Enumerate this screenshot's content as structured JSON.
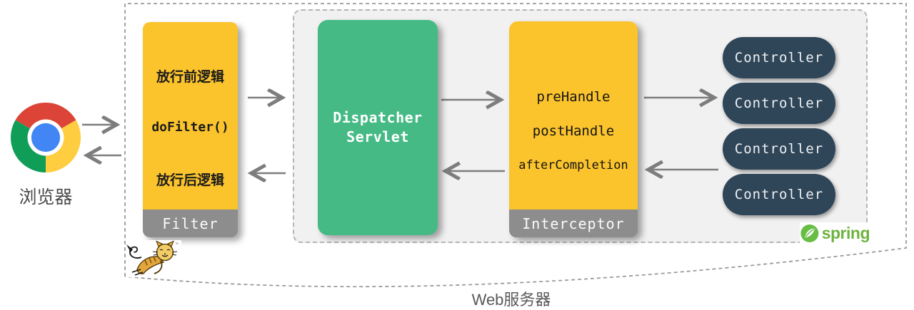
{
  "browser": {
    "label": "浏览器",
    "icon": "chrome-icon"
  },
  "filter_box": {
    "steps": [
      "放行前逻辑",
      "doFilter()",
      "放行后逻辑"
    ],
    "title": "Filter"
  },
  "dispatcher_box": {
    "lines": [
      "Dispatcher",
      "Servlet"
    ]
  },
  "interceptor_box": {
    "methods": [
      "preHandle",
      "postHandle",
      "afterCompletion"
    ],
    "title": "Interceptor"
  },
  "controllers": {
    "items": [
      "Controller",
      "Controller",
      "Controller",
      "Controller"
    ]
  },
  "server": {
    "label": "Web服务器",
    "icon": "tomcat-icon"
  },
  "spring_badge": {
    "label": "spring",
    "icon": "spring-leaf-icon"
  },
  "colors": {
    "box_yellow": "#FBC32C",
    "box_green": "#45BA85",
    "pill_navy": "#2F4558",
    "footer_gray": "#8D8D8D",
    "panel_gray": "#F1F1F2",
    "arrow_gray": "#7D7D7D",
    "spring_green": "#6DB33F",
    "chrome_red": "#DB4437",
    "chrome_yellow": "#FFCD40",
    "chrome_green": "#0F9D58",
    "chrome_blue": "#4285F4"
  }
}
